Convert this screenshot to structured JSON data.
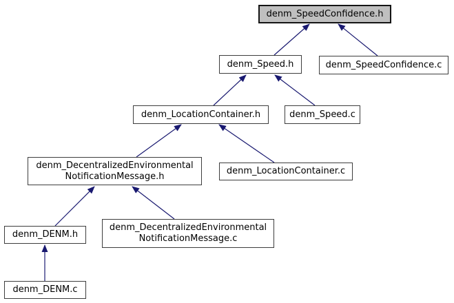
{
  "diagram": {
    "type": "include-dependency-graph",
    "colors": {
      "background": "#ffffff",
      "edge": "#191970",
      "node_fill": "#ffffff",
      "current_node_fill": "#bfbfbf",
      "node_border": "#3c3c3c",
      "text": "#000000"
    },
    "nodes": [
      {
        "id": "denm_SpeedConfidence.h",
        "label": "denm_SpeedConfidence.h",
        "current": true
      },
      {
        "id": "denm_Speed.h",
        "label": "denm_Speed.h",
        "current": false
      },
      {
        "id": "denm_SpeedConfidence.c",
        "label": "denm_SpeedConfidence.c",
        "current": false
      },
      {
        "id": "denm_LocationContainer.h",
        "label": "denm_LocationContainer.h",
        "current": false
      },
      {
        "id": "denm_Speed.c",
        "label": "denm_Speed.c",
        "current": false
      },
      {
        "id": "denm_DecentralizedEnvironmentalNotificationMessage.h",
        "label": "denm_DecentralizedEnvironmental\nNotificationMessage.h",
        "current": false
      },
      {
        "id": "denm_LocationContainer.c",
        "label": "denm_LocationContainer.c",
        "current": false
      },
      {
        "id": "denm_DENM.h",
        "label": "denm_DENM.h",
        "current": false
      },
      {
        "id": "denm_DecentralizedEnvironmentalNotificationMessage.c",
        "label": "denm_DecentralizedEnvironmental\nNotificationMessage.c",
        "current": false
      },
      {
        "id": "denm_DENM.c",
        "label": "denm_DENM.c",
        "current": false
      }
    ],
    "edges": [
      {
        "from": "denm_Speed.h",
        "to": "denm_SpeedConfidence.h"
      },
      {
        "from": "denm_SpeedConfidence.c",
        "to": "denm_SpeedConfidence.h"
      },
      {
        "from": "denm_LocationContainer.h",
        "to": "denm_Speed.h"
      },
      {
        "from": "denm_Speed.c",
        "to": "denm_Speed.h"
      },
      {
        "from": "denm_DecentralizedEnvironmentalNotificationMessage.h",
        "to": "denm_LocationContainer.h"
      },
      {
        "from": "denm_LocationContainer.c",
        "to": "denm_LocationContainer.h"
      },
      {
        "from": "denm_DENM.h",
        "to": "denm_DecentralizedEnvironmentalNotificationMessage.h"
      },
      {
        "from": "denm_DecentralizedEnvironmentalNotificationMessage.c",
        "to": "denm_DecentralizedEnvironmentalNotificationMessage.h"
      },
      {
        "from": "denm_DENM.c",
        "to": "denm_DENM.h"
      }
    ]
  }
}
